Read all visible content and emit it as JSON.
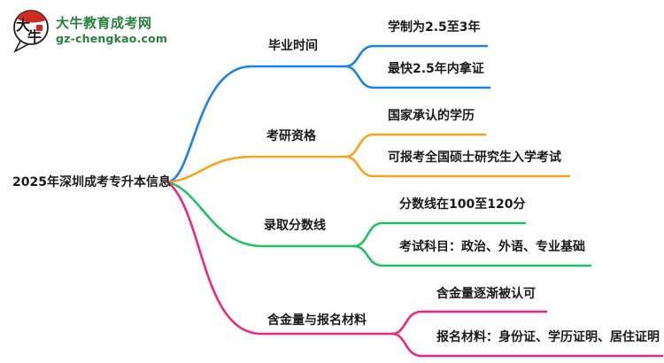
{
  "page": {
    "background": "#ffffff"
  },
  "logo": {
    "icon_char1": "大",
    "icon_char2": "牛",
    "title": "大牛教育成考网",
    "domain": "gz-chengkao.com",
    "green": "#27803B",
    "red": "#CE2A21"
  },
  "mindmap": {
    "root": {
      "label": "2025年深圳成考专升本信息",
      "color": "#1a1a1a"
    },
    "branches": [
      {
        "label": "毕业时间",
        "color": "#1A82E8",
        "children": [
          "学制为2.5至3年",
          "最快2.5年内拿证"
        ]
      },
      {
        "label": "考研资格",
        "color": "#F6A41C",
        "children": [
          "国家承认的学历",
          "可报考全国硕士研究生入学考试"
        ]
      },
      {
        "label": "录取分数线",
        "color": "#1FC261",
        "children": [
          "分数线在100至120分",
          "考试科目：政治、外语、专业基础"
        ]
      },
      {
        "label": "含金量与报名材料",
        "color": "#F0257C",
        "children": [
          "含金量逐渐被认可",
          "报名材料：身份证、学历证明、居住证明"
        ]
      }
    ]
  }
}
